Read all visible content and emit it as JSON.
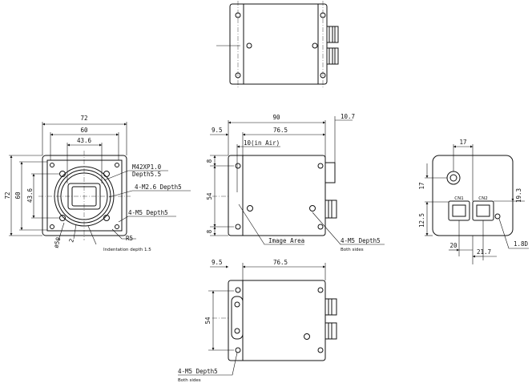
{
  "front": {
    "w72": "72",
    "w60": "60",
    "w43_6": "43.6",
    "h72": "72",
    "h60": "60",
    "h43_6": "43.6",
    "mount": "M42XP1.0",
    "mount_depth": "Depth5.5",
    "m26": "4-M2.6 Depth5",
    "m5": "4-M5 Depth5",
    "dia50": "ø50",
    "two": "2",
    "r5": "R5",
    "indent": "Indentation depth 1.5"
  },
  "side": {
    "w90": "90",
    "w10_7": "10.7",
    "w9_5": "9.5",
    "w76_5": "76.5",
    "sensor": "10(in Air)",
    "h8a": "8",
    "h54": "54",
    "h8b": "8",
    "image_area": "Image Area",
    "m5": "4-M5 Depth5",
    "both": "Both sides"
  },
  "bottom": {
    "w9_5": "9.5",
    "w76_5": "76.5",
    "h54": "54",
    "m5": "4-M5 Depth5",
    "both": "Both sides"
  },
  "rear": {
    "d17a": "17",
    "d17b": "17",
    "d19_3": "19.3",
    "d12_5": "12.5",
    "d20": "20",
    "d21_7": "21.7",
    "d1_8d": "1.8D",
    "cn1": "CN1",
    "cn2": "CN2"
  }
}
